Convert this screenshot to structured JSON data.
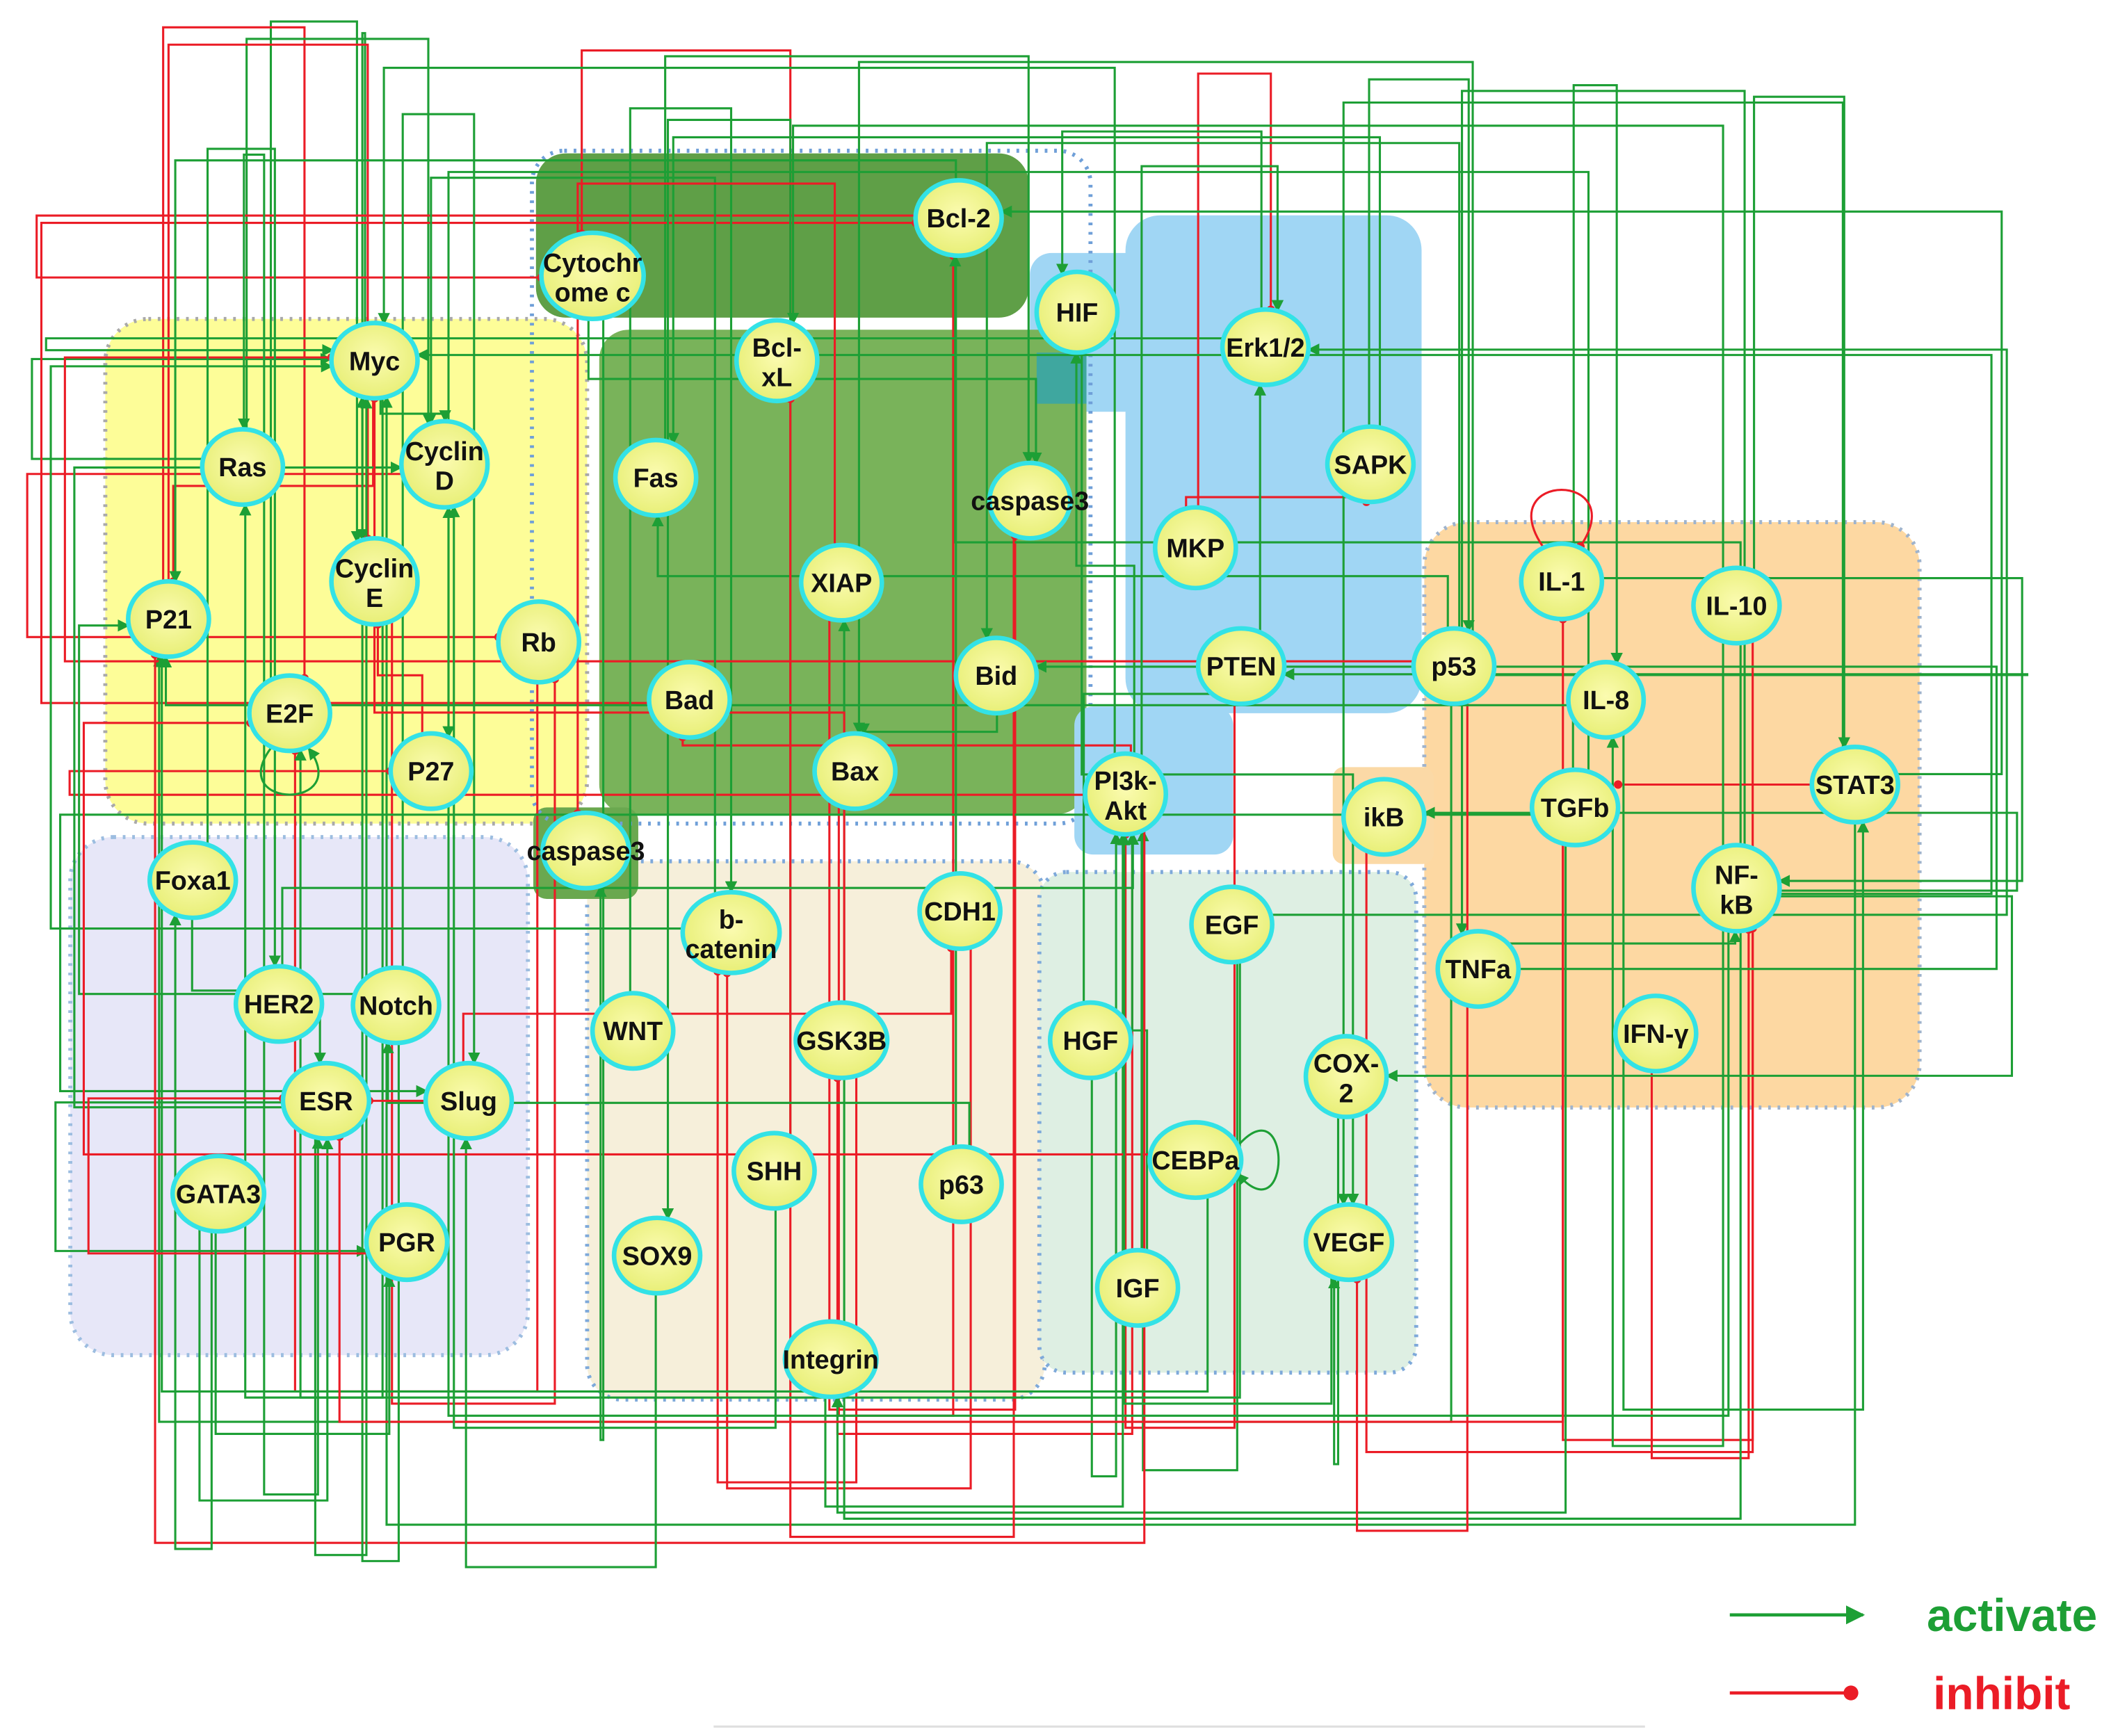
{
  "diagram": {
    "nodes": [
      {
        "lines": [
          "Bcl-2"
        ]
      },
      {
        "lines": [
          "Cytochr",
          "ome c"
        ]
      },
      {
        "lines": [
          "HIF"
        ]
      },
      {
        "lines": [
          "Erk1/2"
        ]
      },
      {
        "lines": [
          "Myc"
        ]
      },
      {
        "lines": [
          "Bcl-",
          "xL"
        ]
      },
      {
        "lines": [
          "Ras"
        ]
      },
      {
        "lines": [
          "Cyclin",
          "D"
        ]
      },
      {
        "lines": [
          "Fas"
        ]
      },
      {
        "lines": [
          "caspase3"
        ]
      },
      {
        "lines": [
          "SAPK"
        ]
      },
      {
        "lines": [
          "MKP"
        ]
      },
      {
        "lines": [
          "Cyclin",
          "E"
        ]
      },
      {
        "lines": [
          "IL-1"
        ]
      },
      {
        "lines": [
          "XIAP"
        ]
      },
      {
        "lines": [
          "IL-10"
        ]
      },
      {
        "lines": [
          "P21"
        ]
      },
      {
        "lines": [
          "Rb"
        ]
      },
      {
        "lines": [
          "PTEN"
        ]
      },
      {
        "lines": [
          "p53"
        ]
      },
      {
        "lines": [
          "Bid"
        ]
      },
      {
        "lines": [
          "Bad"
        ]
      },
      {
        "lines": [
          "E2F"
        ]
      },
      {
        "lines": [
          "IL-8"
        ]
      },
      {
        "lines": [
          "P27"
        ]
      },
      {
        "lines": [
          "Bax"
        ]
      },
      {
        "lines": [
          "PI3k-",
          "Akt"
        ]
      },
      {
        "lines": [
          "STAT3"
        ]
      },
      {
        "lines": [
          "TGFb"
        ]
      },
      {
        "lines": [
          "ikB"
        ]
      },
      {
        "lines": [
          "caspase3"
        ]
      },
      {
        "lines": [
          "Foxa1"
        ]
      },
      {
        "lines": [
          "NF-",
          "kB"
        ]
      },
      {
        "lines": [
          "CDH1"
        ]
      },
      {
        "lines": [
          "b-",
          "catenin"
        ]
      },
      {
        "lines": [
          "EGF"
        ]
      },
      {
        "lines": [
          "TNFa"
        ]
      },
      {
        "lines": [
          "HER2"
        ]
      },
      {
        "lines": [
          "Notch"
        ]
      },
      {
        "lines": [
          "WNT"
        ]
      },
      {
        "lines": [
          "GSK3B"
        ]
      },
      {
        "lines": [
          "HGF"
        ]
      },
      {
        "lines": [
          "IFN-γ"
        ]
      },
      {
        "lines": [
          "COX-",
          "2"
        ]
      },
      {
        "lines": [
          "ESR"
        ]
      },
      {
        "lines": [
          "Slug"
        ]
      },
      {
        "lines": [
          "SHH"
        ]
      },
      {
        "lines": [
          "p63"
        ]
      },
      {
        "lines": [
          "CEBPa"
        ]
      },
      {
        "lines": [
          "GATA3"
        ]
      },
      {
        "lines": [
          "PGR"
        ]
      },
      {
        "lines": [
          "SOX9"
        ]
      },
      {
        "lines": [
          "VEGF"
        ]
      },
      {
        "lines": [
          "IGF"
        ]
      },
      {
        "lines": [
          "Integrin"
        ]
      }
    ],
    "edges": [
      [
        22,
        12,
        0
      ],
      [
        17,
        22,
        1
      ],
      [
        7,
        17,
        1
      ],
      [
        16,
        22,
        1
      ],
      [
        4,
        7,
        0
      ],
      [
        4,
        12,
        0
      ],
      [
        4,
        22,
        0
      ],
      [
        6,
        4,
        0
      ],
      [
        6,
        7,
        0
      ],
      [
        24,
        12,
        1
      ],
      [
        16,
        12,
        1
      ],
      [
        12,
        17,
        1
      ],
      [
        0,
        1,
        1
      ],
      [
        5,
        1,
        1
      ],
      [
        1,
        9,
        0
      ],
      [
        8,
        9,
        0
      ],
      [
        14,
        9,
        1
      ],
      [
        21,
        0,
        1
      ],
      [
        25,
        0,
        1
      ],
      [
        20,
        25,
        0
      ],
      [
        19,
        25,
        0
      ],
      [
        19,
        16,
        0
      ],
      [
        19,
        18,
        0
      ],
      [
        18,
        26,
        1
      ],
      [
        26,
        21,
        1
      ],
      [
        26,
        4,
        0
      ],
      [
        26,
        40,
        1
      ],
      [
        3,
        4,
        0
      ],
      [
        11,
        3,
        1
      ],
      [
        11,
        10,
        1
      ],
      [
        10,
        19,
        0
      ],
      [
        15,
        13,
        1
      ],
      [
        13,
        32,
        0
      ],
      [
        13,
        23,
        0
      ],
      [
        36,
        32,
        0
      ],
      [
        32,
        36,
        0
      ],
      [
        32,
        23,
        0
      ],
      [
        32,
        29,
        0
      ],
      [
        29,
        32,
        1
      ],
      [
        27,
        28,
        1
      ],
      [
        15,
        27,
        0
      ],
      [
        42,
        32,
        1
      ],
      [
        32,
        43,
        0
      ],
      [
        43,
        52,
        0
      ],
      [
        2,
        52,
        0
      ],
      [
        27,
        52,
        0
      ],
      [
        35,
        26,
        0
      ],
      [
        35,
        3,
        0
      ],
      [
        41,
        26,
        0
      ],
      [
        53,
        26,
        0
      ],
      [
        39,
        34,
        0
      ],
      [
        40,
        34,
        1
      ],
      [
        34,
        4,
        0
      ],
      [
        33,
        34,
        1
      ],
      [
        45,
        33,
        1
      ],
      [
        38,
        45,
        0
      ],
      [
        37,
        44,
        0
      ],
      [
        44,
        50,
        0
      ],
      [
        49,
        44,
        0
      ],
      [
        31,
        44,
        0
      ],
      [
        46,
        51,
        0
      ],
      [
        54,
        26,
        0
      ],
      [
        28,
        45,
        0
      ],
      [
        28,
        54,
        0
      ],
      [
        32,
        0,
        0
      ],
      [
        32,
        5,
        0
      ],
      [
        32,
        14,
        0
      ],
      [
        27,
        0,
        0
      ],
      [
        27,
        4,
        0
      ],
      [
        26,
        2,
        0
      ],
      [
        3,
        2,
        0
      ],
      [
        19,
        52,
        1
      ],
      [
        19,
        4,
        1
      ],
      [
        10,
        8,
        0
      ],
      [
        19,
        8,
        0
      ],
      [
        19,
        20,
        0
      ],
      [
        9,
        5,
        1
      ],
      [
        26,
        24,
        1
      ],
      [
        26,
        16,
        1
      ],
      [
        4,
        16,
        1
      ],
      [
        31,
        37,
        0
      ],
      [
        49,
        31,
        0
      ],
      [
        44,
        7,
        0
      ],
      [
        44,
        4,
        0
      ],
      [
        37,
        26,
        0
      ],
      [
        37,
        6,
        0
      ],
      [
        38,
        4,
        0
      ],
      [
        38,
        16,
        0
      ],
      [
        51,
        45,
        0
      ],
      [
        47,
        38,
        0
      ],
      [
        47,
        16,
        0
      ],
      [
        48,
        16,
        0
      ],
      [
        48,
        22,
        1
      ],
      [
        35,
        6,
        0
      ],
      [
        41,
        3,
        0
      ],
      [
        53,
        3,
        0
      ],
      [
        52,
        26,
        0
      ],
      [
        36,
        20,
        0
      ],
      [
        23,
        27,
        0
      ],
      [
        28,
        16,
        0
      ],
      [
        28,
        24,
        0
      ],
      [
        32,
        7,
        0
      ],
      [
        32,
        4,
        0
      ],
      [
        28,
        44,
        1
      ],
      [
        40,
        4,
        1
      ],
      [
        34,
        7,
        0
      ],
      [
        46,
        7,
        0
      ],
      [
        50,
        44,
        1
      ],
      [
        49,
        50,
        0
      ],
      [
        45,
        44,
        1
      ],
      [
        14,
        30,
        1
      ],
      [
        1,
        30,
        0
      ],
      [
        22,
        22,
        0
      ],
      [
        13,
        13,
        1
      ],
      [
        48,
        48,
        0
      ]
    ]
  },
  "legend": {
    "activate": "activate",
    "inhibit": "inhibit"
  },
  "colors": {
    "activate": "#1d9f35",
    "inhibit": "#eb1c26",
    "node_fill": "#e6ee72",
    "node_stroke": "#33e2e6"
  }
}
